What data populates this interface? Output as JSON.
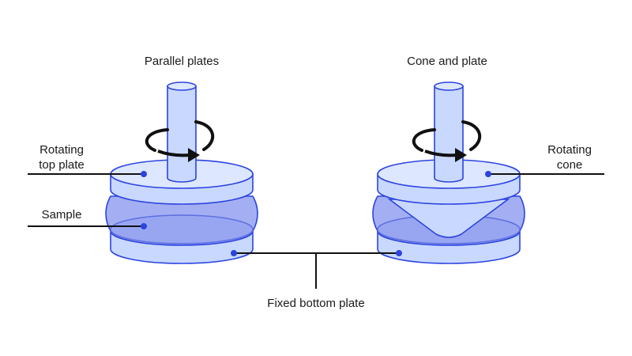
{
  "titles": {
    "parallel": "Parallel plates",
    "cone": "Cone and plate"
  },
  "labels": {
    "rotating_top_plate": [
      "Rotating",
      "top plate"
    ],
    "sample": "Sample",
    "rotating_cone": [
      "Rotating",
      "cone"
    ],
    "fixed_bottom_plate": "Fixed bottom plate"
  },
  "colors": {
    "outline": "#2b44e0",
    "plate_fill": "#c9d8ff",
    "plate_top": "#dde7ff",
    "sample_fill": "#93a1f0",
    "leader": "#111111",
    "arrow": "#111111"
  },
  "icons": [
    "rotation-arrow-icon",
    "rotation-arrow-icon"
  ]
}
